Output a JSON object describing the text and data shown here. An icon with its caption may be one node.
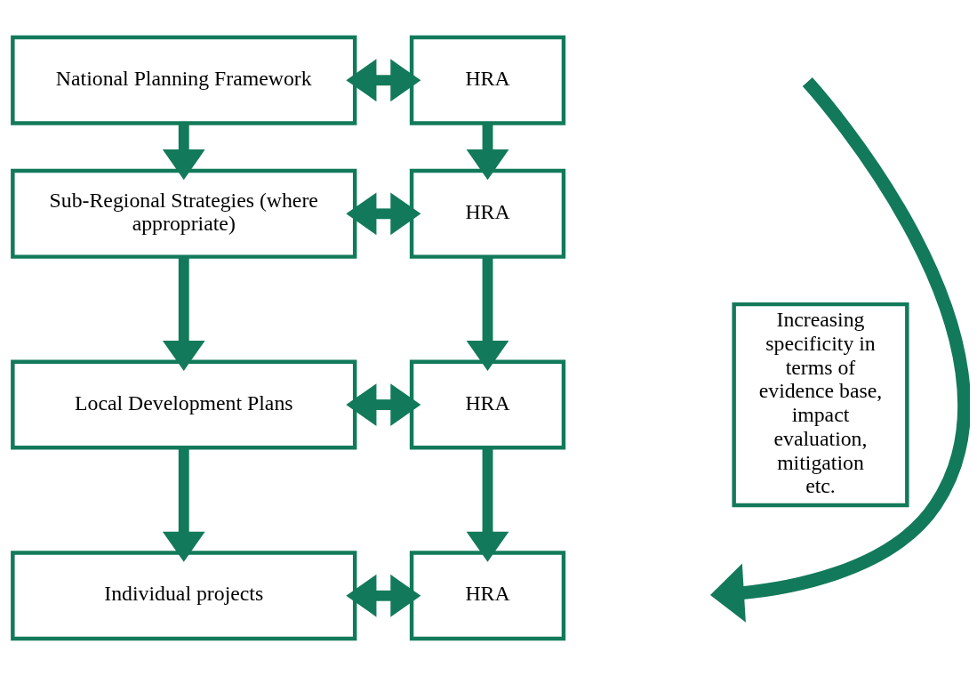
{
  "diagram": {
    "nodes": [
      {
        "text": [
          "National Planning Framework"
        ]
      },
      {
        "text": [
          "HRA"
        ]
      },
      {
        "text": [
          "Sub-Regional Strategies (where appropriate)"
        ]
      },
      {
        "text": [
          "HRA"
        ]
      },
      {
        "text": [
          "Local Development Plans"
        ]
      },
      {
        "text": [
          "HRA"
        ]
      },
      {
        "text": [
          "Individual projects"
        ]
      },
      {
        "text": [
          "HRA"
        ]
      },
      {
        "text": [
          "Increasing specificity in terms of evidence base, impact evaluation, mitigation etc."
        ]
      }
    ],
    "edges": [
      {
        "from": 0,
        "to": 1,
        "arrow": "both"
      },
      {
        "from": 0,
        "to": 2,
        "arrow": "to"
      },
      {
        "from": 1,
        "to": 3,
        "arrow": "to"
      },
      {
        "from": 2,
        "to": 3,
        "arrow": "both"
      },
      {
        "from": 2,
        "to": 4,
        "arrow": "to"
      },
      {
        "from": 3,
        "to": 5,
        "arrow": "to"
      },
      {
        "from": 4,
        "to": 5,
        "arrow": "both"
      },
      {
        "from": 4,
        "to": 6,
        "arrow": "to"
      },
      {
        "from": 5,
        "to": 7,
        "arrow": "to"
      },
      {
        "from": 6,
        "to": 7,
        "arrow": "both"
      }
    ]
  }
}
